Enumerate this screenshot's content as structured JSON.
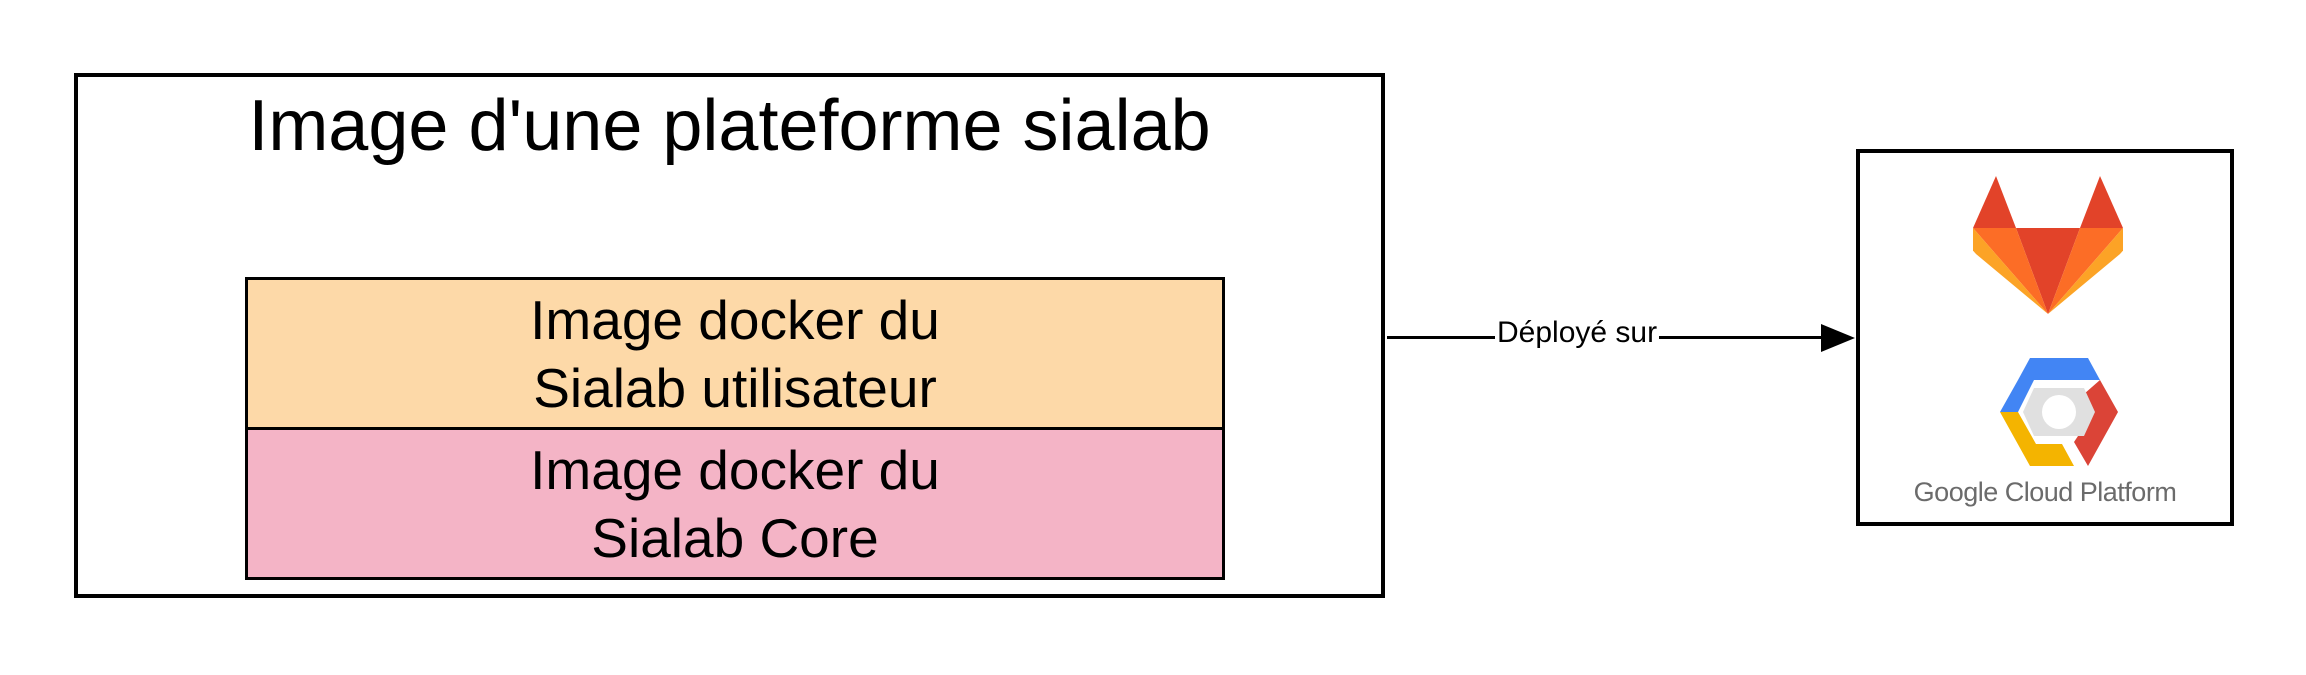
{
  "platform": {
    "title": "Image d'une plateforme sialab",
    "layers": [
      {
        "label": "Image docker du\nSialab utilisateur",
        "color": "#fdd9a8"
      },
      {
        "label": "Image docker du\nSialab Core",
        "color": "#f4b4c6"
      }
    ]
  },
  "connector": {
    "label": "Déployé sur"
  },
  "target": {
    "logos": [
      "gitlab-icon",
      "google-cloud-icon"
    ],
    "wordmark": "Google Cloud Platform"
  }
}
